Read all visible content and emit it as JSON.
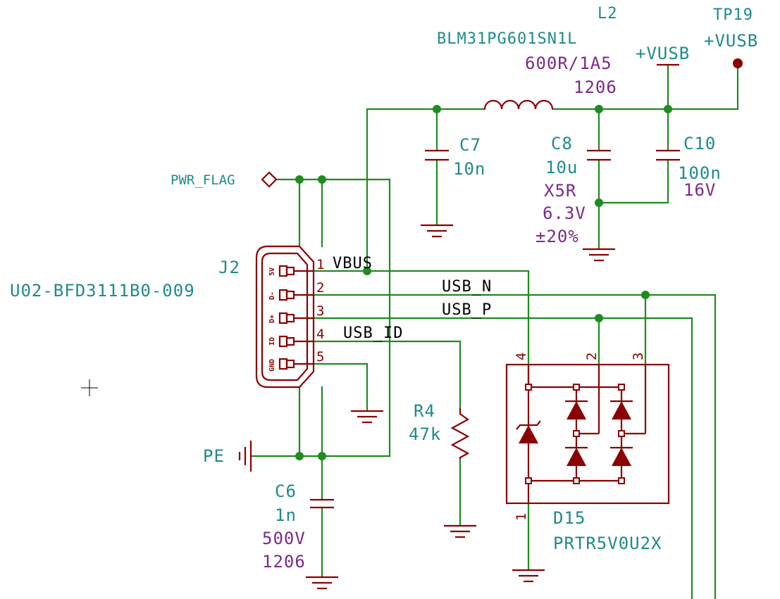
{
  "inductor": {
    "ref": "L2",
    "part": "BLM31PG601SN1L",
    "rating": "600R/1A5",
    "package": "1206"
  },
  "power": {
    "vusb_symbol": "+VUSB",
    "testpoint_ref": "TP19",
    "testpoint_net": "+VUSB"
  },
  "c7": {
    "ref": "C7",
    "value": "10n"
  },
  "c8": {
    "ref": "C8",
    "value": "10u",
    "dielectric": "X5R",
    "voltage": "6.3V",
    "tolerance": "±20%"
  },
  "c10": {
    "ref": "C10",
    "value": "100n",
    "voltage": "16V"
  },
  "pwr_flag": "PWR_FLAG",
  "connector": {
    "ref": "J2",
    "part": "U02-BFD3111B0-009",
    "pin_labels": [
      "5V",
      "D-",
      "D+",
      "ID",
      "GND"
    ],
    "pin_numbers": [
      "1",
      "2",
      "3",
      "4",
      "5"
    ]
  },
  "nets": {
    "vbus": "VBUS",
    "usb_n": "USB_N",
    "usb_p": "USB_P",
    "usb_id": "USB_ID"
  },
  "pe": "PE",
  "c6": {
    "ref": "C6",
    "value": "1n",
    "voltage": "500V",
    "package": "1206"
  },
  "r4": {
    "ref": "R4",
    "value": "47k"
  },
  "d15": {
    "ref": "D15",
    "part": "PRTR5V0U2X",
    "pin_numbers": [
      "4",
      "2",
      "3",
      "1"
    ]
  }
}
